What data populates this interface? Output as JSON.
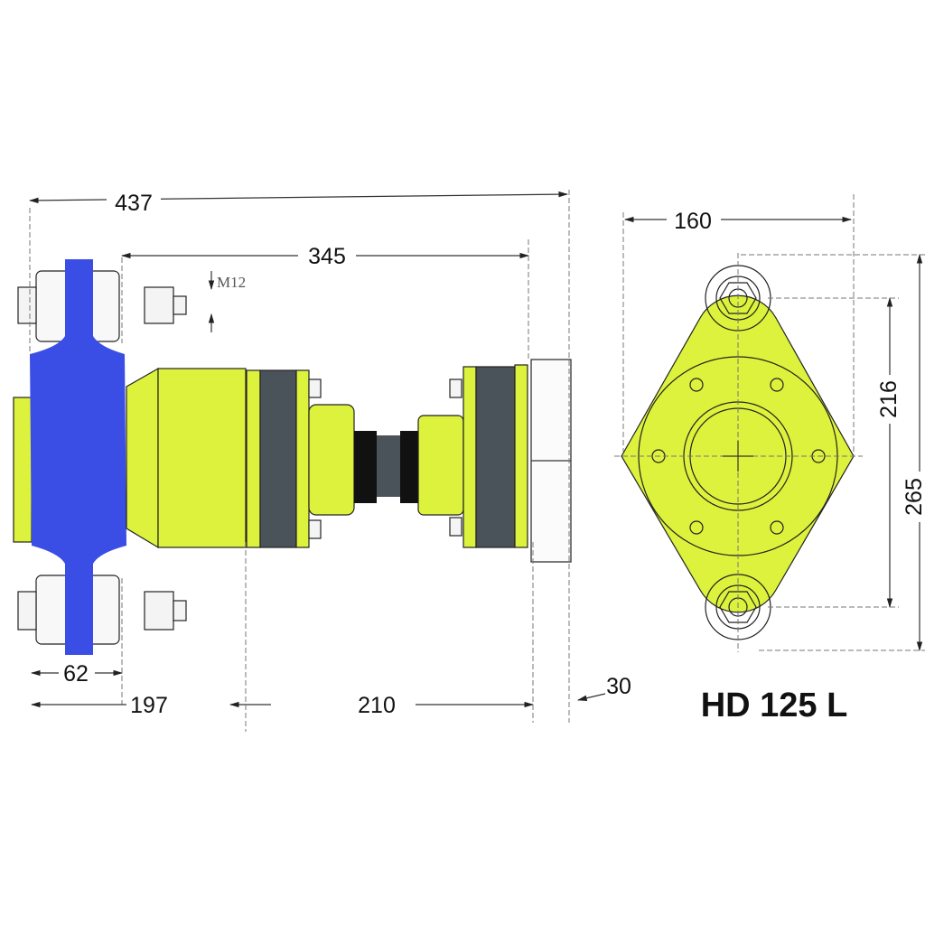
{
  "title": "HD 125 L",
  "dimensions": {
    "overall_length": "437",
    "length_345": "345",
    "thread": "M12",
    "plate_thickness": "62",
    "width_197": "197",
    "width_210": "210",
    "width_30": "30",
    "flange_width": "160",
    "hole_spacing": "216",
    "overall_height": "265"
  },
  "colors": {
    "flange_blue": "#3a4ee6",
    "body_yellow": "#dcf23c",
    "rubber_gray": "#4a525a",
    "black": "#111111"
  }
}
